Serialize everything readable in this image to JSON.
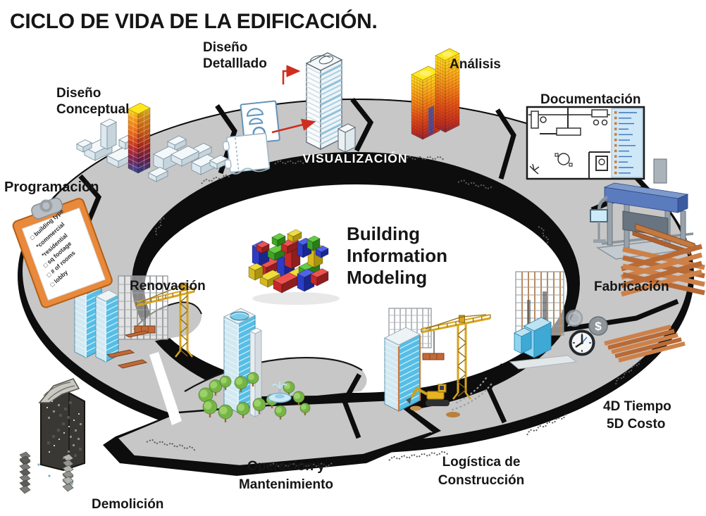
{
  "title": "CICLO DE VIDA DE LA EDIFICACIÓN.",
  "banner": {
    "text": "VISUALIZACIÓN"
  },
  "center_logo": {
    "line1": "Building",
    "line2": "Information",
    "line3": "Modeling"
  },
  "stages": {
    "programacion": {
      "label": "Programación"
    },
    "diseno_conceptual": {
      "line1": "Diseño",
      "line2": "Conceptual"
    },
    "diseno_detallado": {
      "line1": "Diseño",
      "line2": "Detalllado"
    },
    "analisis": {
      "label": "Análisis"
    },
    "documentacion": {
      "label": "Documentación"
    },
    "fabricacion": {
      "label": "Fabricación"
    },
    "tiempo_costo": {
      "line1": "4D Tiempo",
      "line2": "5D Costo"
    },
    "logistica": {
      "line1": "Logística de",
      "line2": "Construcción"
    },
    "operacion": {
      "line1": "Operación y",
      "line2": "Mantenimiento"
    },
    "demolicion": {
      "label": "Demolición"
    },
    "renovacion": {
      "label": "Renovación"
    }
  },
  "clipboard": {
    "items": [
      "□ building type",
      "*commercial",
      "*residential",
      "□ sq footage",
      "□ # of rooms",
      "□ lobby"
    ]
  },
  "icons": {
    "dollar_coin": "$"
  },
  "colors": {
    "ring_gray": "#c7c7c7",
    "band_black": "#0d0d0d",
    "label_black": "#161616",
    "banner_white": "#ffffff",
    "arrow_red": "#cf2d1e",
    "crane_yellow": "#d9a31c",
    "glass_blue": "#56bee6",
    "beam_copper": "#c57840",
    "clipboard_orange": "#e8893b",
    "analysis_yellow": "#ffe920",
    "analysis_orange": "#f59d1a",
    "bim_red": "#c62828",
    "bim_blue": "#2c3cc4",
    "bim_green": "#3fa526",
    "bim_yellow": "#d4b81e"
  }
}
